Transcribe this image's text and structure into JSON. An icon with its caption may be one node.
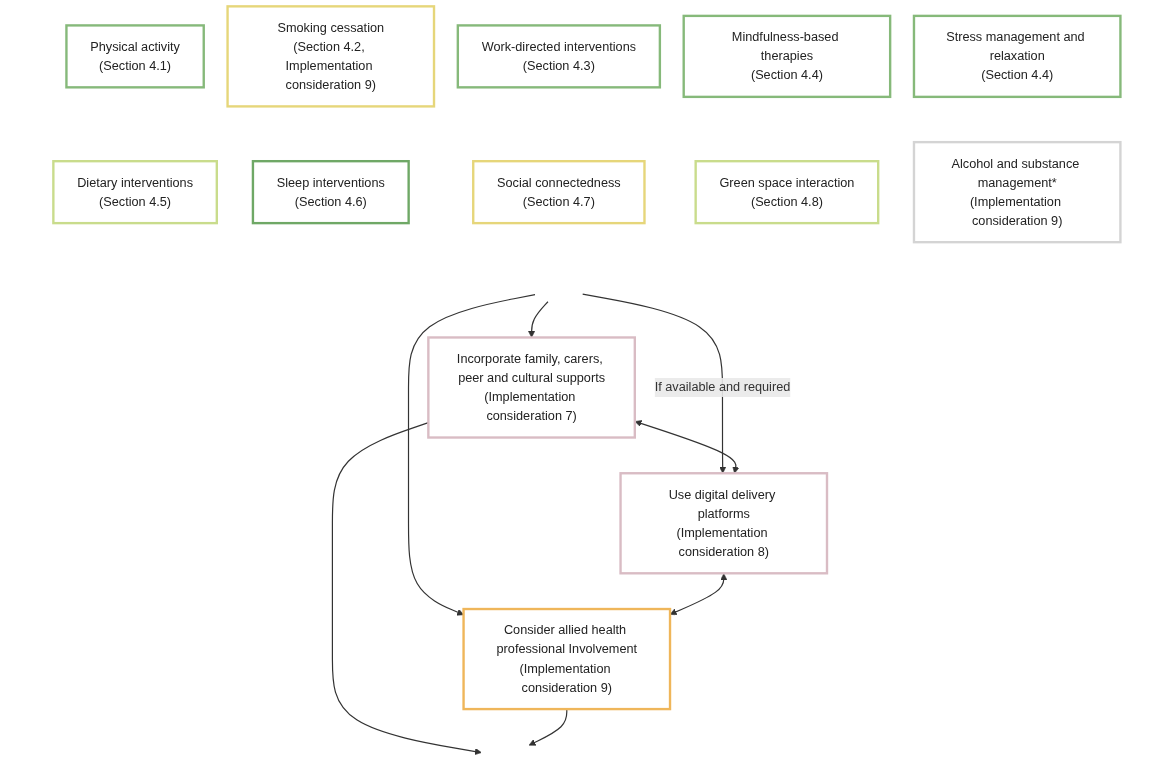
{
  "diagram": {
    "nodes": [
      {
        "text": [
          "Physical activity",
          "(Section 4.1)"
        ]
      },
      {
        "text": [
          "Smoking cessation",
          "(Section 4.2, Implementation consideration 9)"
        ]
      },
      {
        "text": [
          "Work-directed interventions",
          "(Section 4.3)"
        ]
      },
      {
        "text": [
          "Mindfulness-based therapies",
          "(Section 4.4)"
        ]
      },
      {
        "text": [
          "Stress management and relaxation",
          "(Section 4.4)"
        ]
      },
      {
        "text": [
          "Dietary interventions",
          "(Section 4.5)"
        ]
      },
      {
        "text": [
          "Sleep interventions",
          "(Section 4.6)"
        ]
      },
      {
        "text": [
          "Social connectedness",
          "(Section 4.7)"
        ]
      },
      {
        "text": [
          "Green space interaction",
          "(Section 4.8)"
        ]
      },
      {
        "text": [
          "Alcohol and substance management*",
          "(Implementation consideration 9)"
        ]
      },
      {
        "text": [
          "Incorporate family, carers, peer and cultural supports",
          "(Implementation consideration 7)"
        ]
      },
      {
        "text": [
          "Use digital delivery platforms",
          "(Implementation consideration 8)"
        ]
      },
      {
        "text": [
          "Consider allied health professional Involvement",
          "(Implementation consideration 9)"
        ]
      }
    ],
    "edges": [
      {
        "from": null,
        "to": 10,
        "arrow": "to"
      },
      {
        "from": null,
        "to": 11,
        "arrow": "to",
        "label": "If available and required"
      },
      {
        "from": null,
        "to": 12,
        "arrow": "to"
      },
      {
        "from": 10,
        "to": 11,
        "arrow": "both"
      },
      {
        "from": 11,
        "to": 12,
        "arrow": "both"
      },
      {
        "from": 10,
        "to": null,
        "arrow": "to"
      },
      {
        "from": 12,
        "to": null,
        "arrow": "to"
      }
    ]
  }
}
